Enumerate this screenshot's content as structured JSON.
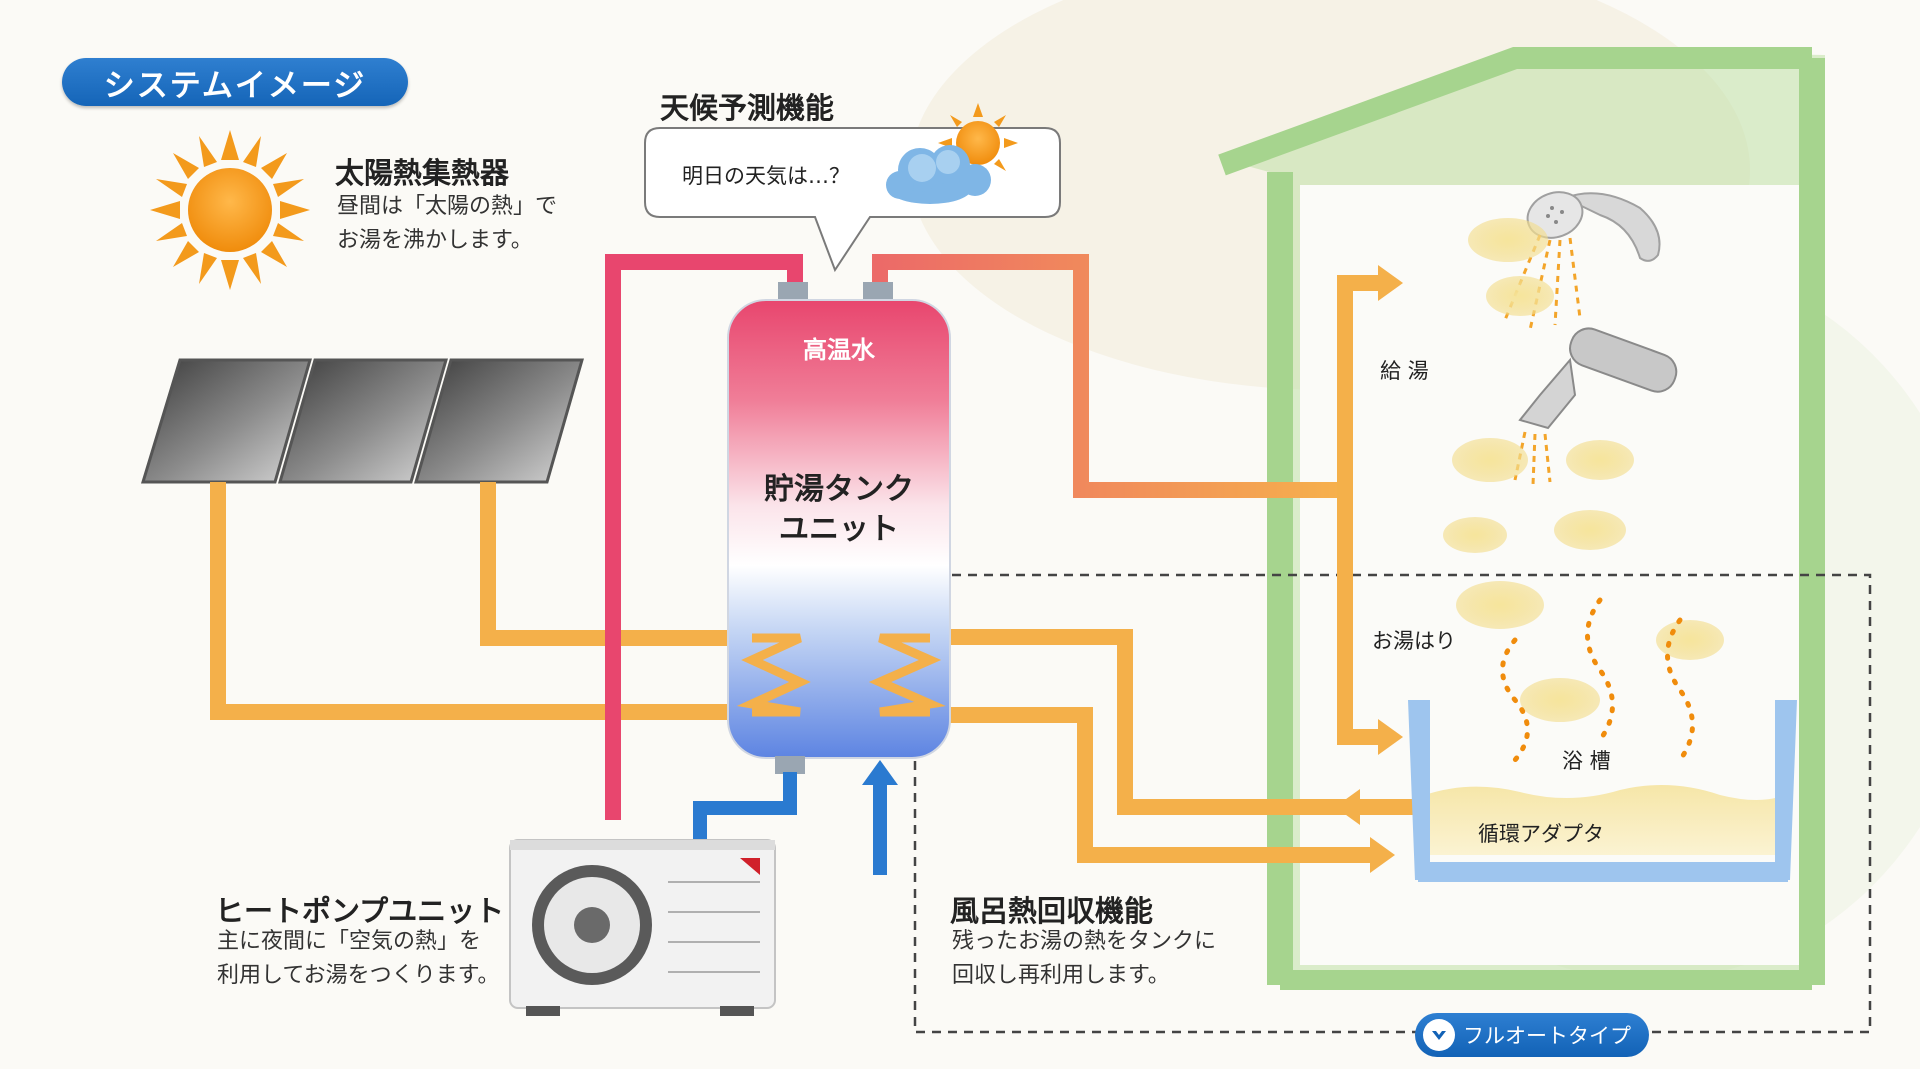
{
  "header": {
    "badge": "システムイメージ"
  },
  "solar_collector": {
    "title": "太陽熱集熱器",
    "lines": [
      "昼間は「太陽の熱」で",
      "お湯を沸かします。"
    ]
  },
  "weather_forecast": {
    "title": "天候予測機能",
    "bubble_text": "明日の天気は…？"
  },
  "tank": {
    "top_label": "高温水",
    "label_lines": [
      "貯湯タンク",
      "ユニット"
    ]
  },
  "heat_pump": {
    "title": "ヒートポンプユニット",
    "lines": [
      "主に夜間に「空気の熱」を",
      "利用してお湯をつくります。"
    ]
  },
  "bath_heat_recovery": {
    "title": "風呂熱回収機能",
    "lines": [
      "残ったお湯の熱をタンクに",
      "回収し再利用します。"
    ]
  },
  "house_labels": {
    "hot_water_supply": "給 湯",
    "bath_filling": "お湯はり",
    "bathtub": "浴 槽",
    "circulation_adapter": "循環アダプタ"
  },
  "full_auto_badge": "フルオートタイプ",
  "colors": {
    "accent_blue": "#1565b8",
    "hot_pipe": "#e8466e",
    "warm_pipe": "#f4b04a",
    "cold_pipe": "#2a7ad0",
    "house_green": "#b7dca0",
    "sun_orange": "#f39a1c"
  },
  "icons": [
    "sun-icon",
    "cloud-sun-icon",
    "solar-panel-icon",
    "shower-head-icon",
    "faucet-icon",
    "air-conditioner-icon",
    "steam-icon",
    "chevron-down-icon"
  ]
}
